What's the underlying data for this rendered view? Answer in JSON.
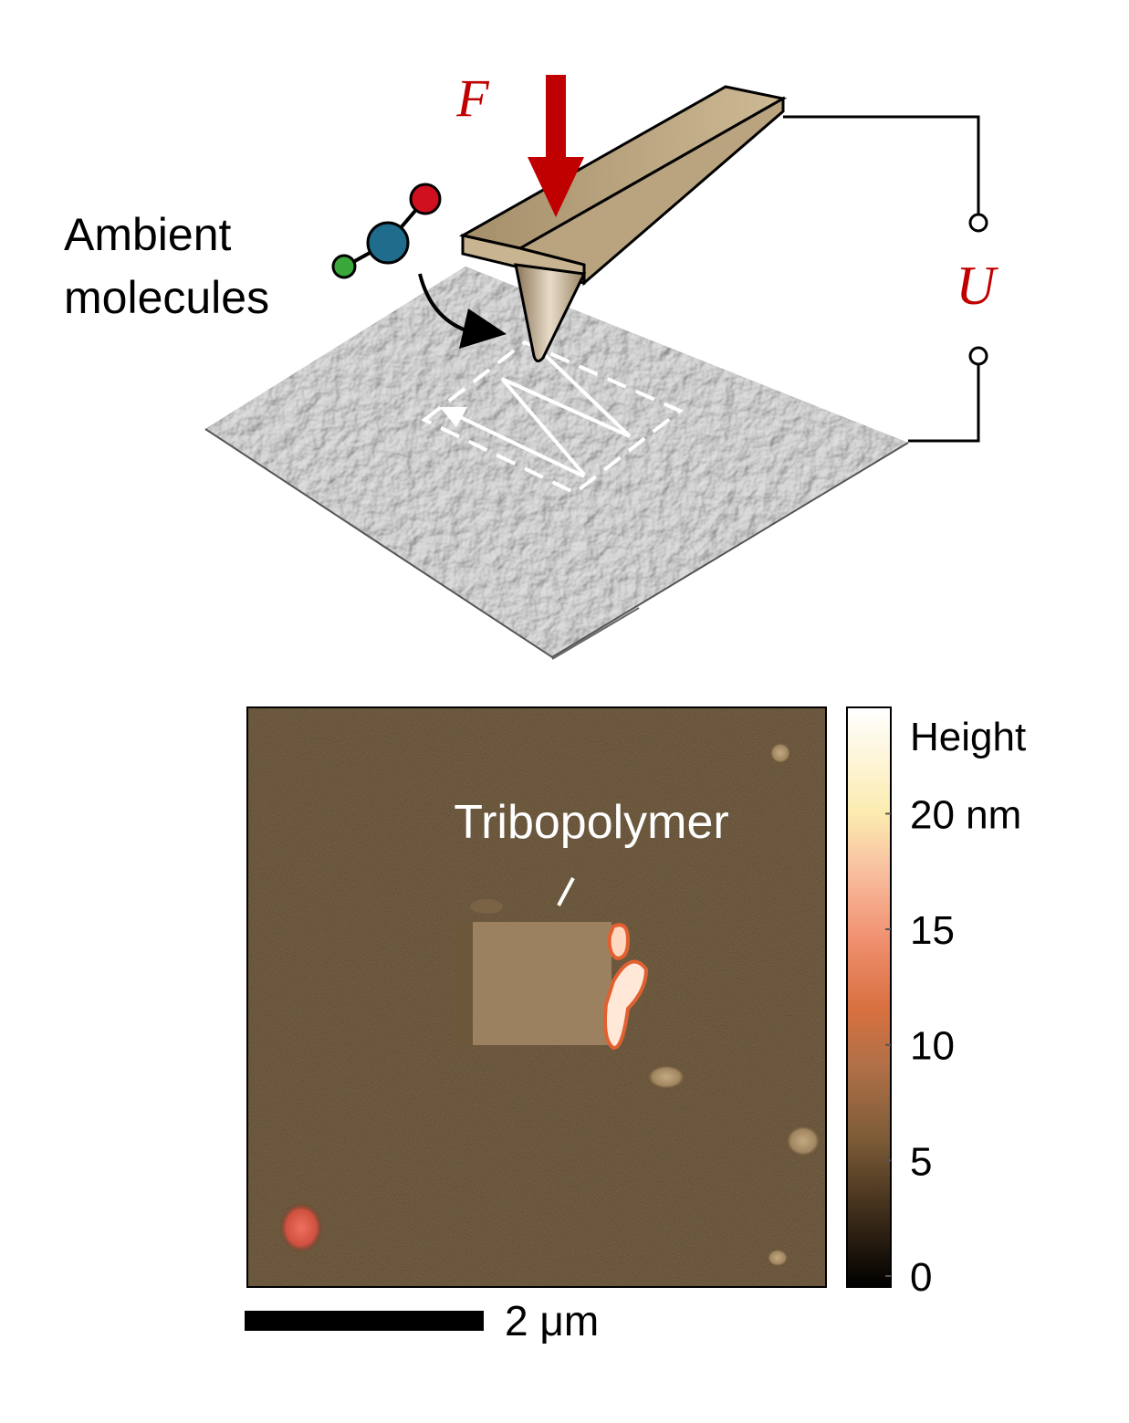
{
  "schematic": {
    "force_label": "F",
    "voltage_label": "U",
    "ambient_line1": "Ambient",
    "ambient_line2": "molecules"
  },
  "afm_image": {
    "annotation": "Tribopolymer",
    "scalebar_label": "2 μm"
  },
  "colorbar": {
    "title": "Height",
    "ticks": [
      "20 nm",
      "15",
      "10",
      "5",
      "0"
    ],
    "tick_values": [
      20,
      15,
      10,
      5,
      0
    ]
  },
  "colors": {
    "force_arrow": "#c00000",
    "cantilever": "#b09a78",
    "molecule_red": "#d0101e",
    "molecule_blue": "#1f6c8c",
    "molecule_green": "#3aa83a",
    "substrate_dark": "#3a2b1a"
  }
}
